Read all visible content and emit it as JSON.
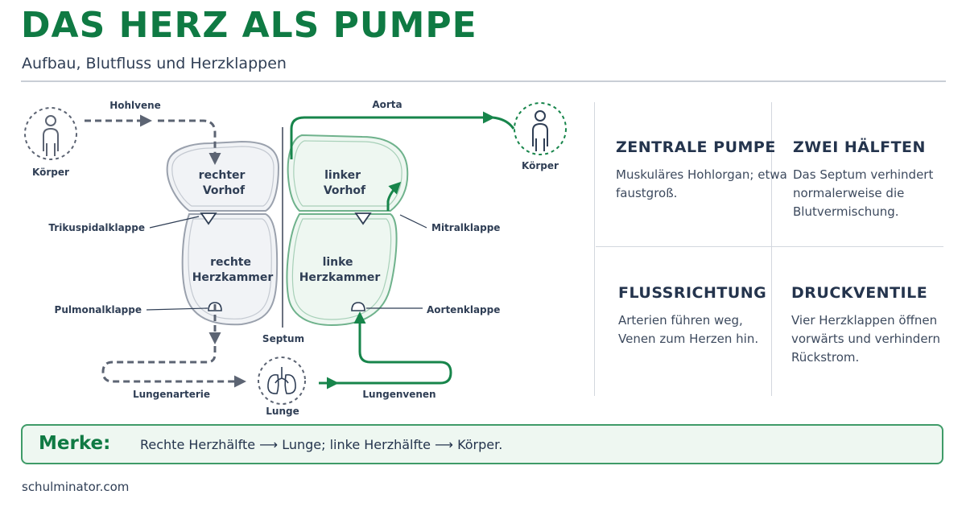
{
  "header": {
    "title": "DAS HERZ ALS PUMPE",
    "subtitle": "Aufbau, Blutfluss und Herzklappen"
  },
  "diagram": {
    "body_left_label": "Körper",
    "body_right_label": "Körper",
    "lung_label": "Lunge",
    "vessels": {
      "hohlvene": "Hohlvene",
      "aorta": "Aorta",
      "lungenarterie": "Lungenarterie",
      "lungenvenen": "Lungenvenen"
    },
    "chambers": {
      "right_atrium": [
        "rechter",
        "Vorhof"
      ],
      "left_atrium": [
        "linker",
        "Vorhof"
      ],
      "right_ventricle": [
        "rechte",
        "Herzkammer"
      ],
      "left_ventricle": [
        "linke",
        "Herzkammer"
      ]
    },
    "valves": {
      "tricuspid": "Trikuspidalklappe",
      "mitral": "Mitralklappe",
      "pulmonary": "Pulmonalklappe",
      "aortic": "Aortenklappe"
    },
    "septum": "Septum",
    "colors": {
      "right_side": "#5c6473",
      "left_side": "#17854b",
      "heart_fill_right": "#f1f3f6",
      "heart_fill_left": "#eef7f1"
    }
  },
  "info_cards": [
    {
      "title": "ZENTRALE PUMPE",
      "text": "Muskuläres Hohlorgan; etwa faustgroß."
    },
    {
      "title": "ZWEI HÄLFTEN",
      "text": "Das Septum verhindert normalerweise die Blutvermischung."
    },
    {
      "title": "FLUSSRICHTUNG",
      "text": "Arterien führen weg, Venen zum Herzen hin."
    },
    {
      "title": "DRUCKVENTILE",
      "text": "Vier Herzklappen öffnen vorwärts und verhindern Rückstrom."
    }
  ],
  "merke": {
    "label": "Merke:",
    "text": "Rechte Herzhälfte ⟶ Lunge;  linke Herzhälfte ⟶ Körper."
  },
  "footer": "schulminator.com"
}
